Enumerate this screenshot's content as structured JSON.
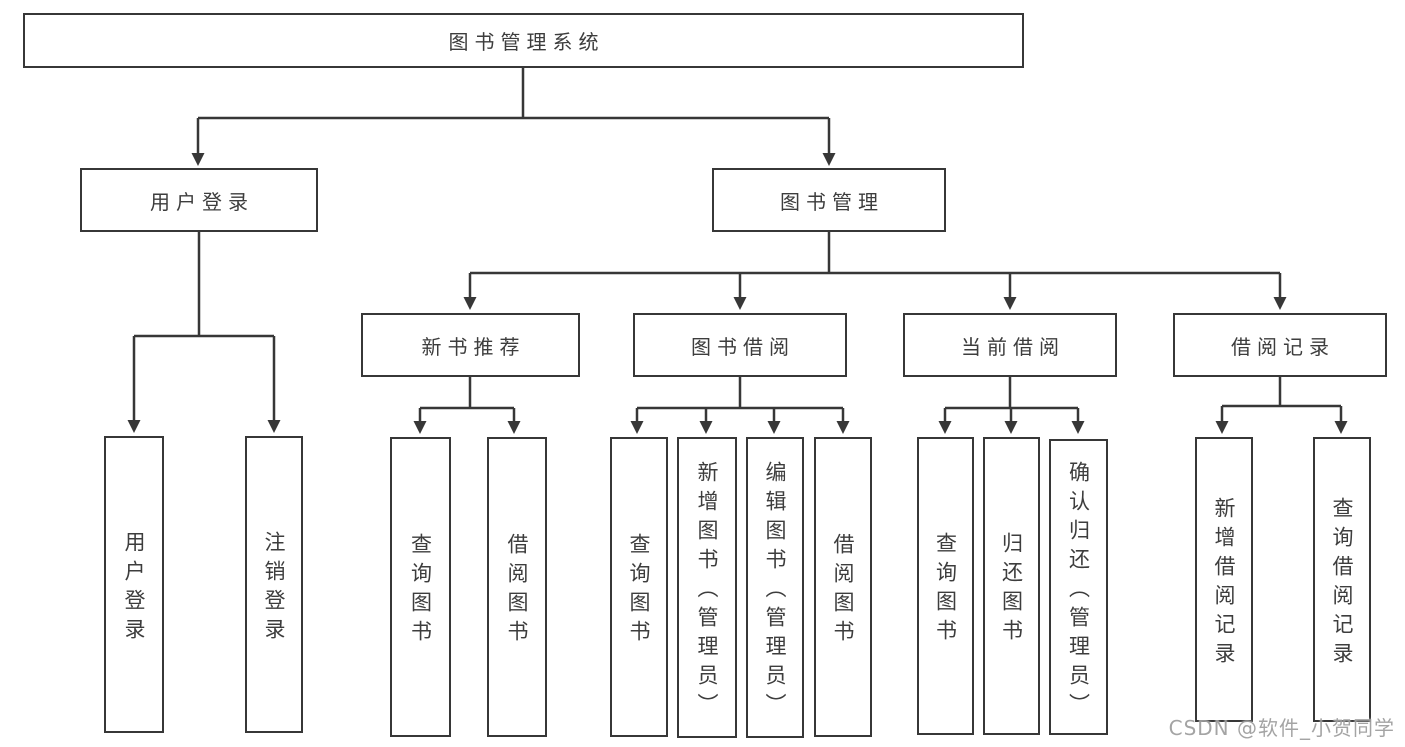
{
  "root": {
    "label": "图书管理系统"
  },
  "level2": {
    "user_login": {
      "label": "用户登录"
    },
    "book_mgmt": {
      "label": "图书管理"
    }
  },
  "level3": {
    "new_book_rec": {
      "label": "新书推荐"
    },
    "book_borrow": {
      "label": "图书借阅"
    },
    "current_borrow": {
      "label": "当前借阅"
    },
    "borrow_records": {
      "label": "借阅记录"
    }
  },
  "leaves": {
    "user_login": {
      "label": "用户登录"
    },
    "logout": {
      "label": "注销登录"
    },
    "nb_query_books": {
      "label": "查询图书"
    },
    "nb_borrow_books": {
      "label": "借阅图书"
    },
    "bb_query_books": {
      "label": "查询图书"
    },
    "bb_add_books": {
      "label": "新增图书（管理员）"
    },
    "bb_edit_books": {
      "label": "编辑图书（管理员）"
    },
    "bb_borrow_books": {
      "label": "借阅图书"
    },
    "cb_query_books": {
      "label": "查询图书"
    },
    "cb_return_books": {
      "label": "归还图书"
    },
    "cb_confirm_return": {
      "label": "确认归还（管理员）"
    },
    "br_add_record": {
      "label": "新增借阅记录"
    },
    "br_query_record": {
      "label": "查询借阅记录"
    }
  },
  "watermark": {
    "text": "CSDN @软件_小贺同学"
  },
  "colors": {
    "line": "#373737",
    "text": "#3d3d3d",
    "watermark": "#9a9a9a",
    "background": "#ffffff"
  }
}
